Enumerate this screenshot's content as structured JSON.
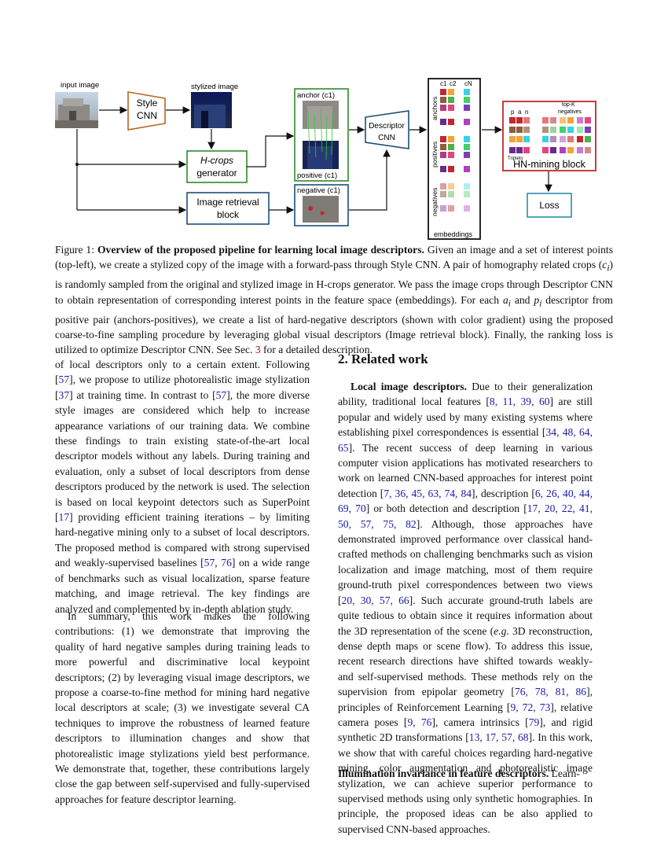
{
  "figure": {
    "labels": {
      "input_image": "input image",
      "stylized_image": "stylized image",
      "style_cnn_1": "Style",
      "style_cnn_2": "CNN",
      "hcrops_1": "H-crops",
      "hcrops_2": "generator",
      "retrieval_1": "Image retrieval",
      "retrieval_2": "block",
      "anchor": "anchor (c1)",
      "positive": "positive (c1)",
      "negative": "negative (c1)",
      "descriptor_1": "Descriptor",
      "descriptor_2": "CNN",
      "c1": "c1",
      "c2": "c2",
      "cN": "cN",
      "anchors": "anchors",
      "positives": "positives",
      "negatives": "negatives",
      "embeddings": "embeddings",
      "p": "p",
      "a": "a",
      "n": "n",
      "topk_1": "top-K",
      "topk_2": "negatives",
      "triplets": "Triplets",
      "hn_mining": "HN-mining block",
      "loss": "Loss"
    },
    "colors": {
      "style_border": "#b5651d",
      "hcrops_border": "#2e8b2e",
      "retrieval_border": "#1f4e79",
      "anchor_border": "#2e8b2e",
      "hn_border": "#c0282d",
      "loss_border": "#2a8fa8",
      "descriptor_border": "#1f4e79"
    }
  },
  "caption": {
    "label": "Figure 1: ",
    "bold": "Overview of the proposed pipeline for learning local image descriptors.",
    "t1": " Given an image and a set of interest points (top-left), we create a stylized copy of the image with a forward-pass through Style CNN. A pair of homography related crops (",
    "ci": "c",
    "ci_sub": "i",
    "t2": ") is randomly sampled from the original and stylized image in H-crops generator. We pass the image crops through Descriptor CNN to obtain representation of corresponding interest points in the feature space (embeddings). For each ",
    "ai": "a",
    "ai_sub": "i",
    "t3": " and ",
    "pi": "p",
    "pi_sub": "i",
    "t4": " descriptor from positive pair (anchors-positives), we create a list of hard-negative descriptors (shown with color gradient) using the proposed coarse-to-fine sampling procedure by leveraging global visual descriptors (Image retrieval block). Finally, the ranking loss is utilized to optimize Descriptor CNN. See Sec. ",
    "sec": "3",
    "t5": " for a detailed description."
  },
  "left": {
    "p1": [
      "of local descriptors only to a certain extent. Following [",
      "57",
      "], we propose to utilize photorealistic image stylization [",
      "37",
      "] at training time. In contrast to [",
      "57",
      "], the more diverse style images are considered which help to increase appearance variations of our training data.  We combine these findings to train existing state-of-the-art local descriptor models without any labels. During training and evaluation, only a subset of local descriptors from dense descriptors produced by the network is used. The selection is based on local keypoint detectors such as SuperPoint [",
      "17",
      "] providing efficient training iterations – by limiting hard-negative mining only to a subset of local descriptors. The proposed method is compared with strong supervised and weakly-supervised baselines [",
      "57",
      ", ",
      "76",
      "] on a wide range of benchmarks such as visual localization, sparse feature matching, and image retrieval. The key findings are analyzed and complemented by in-depth ablation study."
    ],
    "p2": "In summary, this work makes the following contributions:  (1) we demonstrate that improving the quality of hard negative samples during training leads to more powerful and discriminative local keypoint descriptors; (2) by leveraging visual image descriptors, we propose a coarse-to-fine method for mining hard negative local descriptors at scale; (3) we investigate several CA techniques to improve the robustness of learned feature descriptors to illumination changes and show that photorealistic image stylizations yield best performance.  We demonstrate that, together, these contributions largely close the gap between self-supervised and fully-supervised approaches for feature descriptor learning."
  },
  "right": {
    "heading": "2. Related work",
    "run1": "Local image descriptors.",
    "p1": [
      " Due to their generalization ability, traditional local features [",
      "8, 11, 39, 60",
      "] are still popular and widely used by many existing systems where establishing pixel correspondences is essential [",
      "34, 48, 64, 65",
      "]. The recent success of deep learning in various computer vision applications has motivated researchers to work on learned CNN-based approaches for interest point detection [",
      "7, 36, 45, 63, 74, 84",
      "], description [",
      "6, 26, 40, 44, 69, 70",
      "] or both detection and description [",
      "17, 20, 22, 41, 50, 57, 75, 82",
      "]. Although, those approaches have demonstrated improved performance over classical hand-crafted methods on challenging benchmarks such as vision localization and image matching, most of them require ground-truth pixel correspondences between two views [",
      "20, 30, 57, 66",
      "]. Such accurate ground-truth labels are quite tedious to obtain since it requires information about the 3D representation of the scene (",
      "e.g",
      ". 3D reconstruction, dense depth maps or scene flow). To address this issue, recent research directions have shifted towards weakly- and self-supervised methods. These methods rely on the supervision from epipolar geometry [",
      "76, 78, 81, 86",
      "], principles of Reinforcement Learning [",
      "9, 72, 73",
      "], relative camera poses [",
      "9, 76",
      "], camera intrinsics [",
      "79",
      "], and rigid synthetic 2D transformations [",
      "13, 17, 57, 68",
      "]. In this work, we show that with careful choices regarding hard-negative mining, color augmentation and photorealistic image stylization, we can achieve superior performance to supervised methods using only synthetic homographies. In principle, the proposed ideas can be also applied to supervised CNN-based approaches."
    ],
    "run2": "Illumination invariance in feature descriptors.",
    "p2": " Learn-"
  }
}
